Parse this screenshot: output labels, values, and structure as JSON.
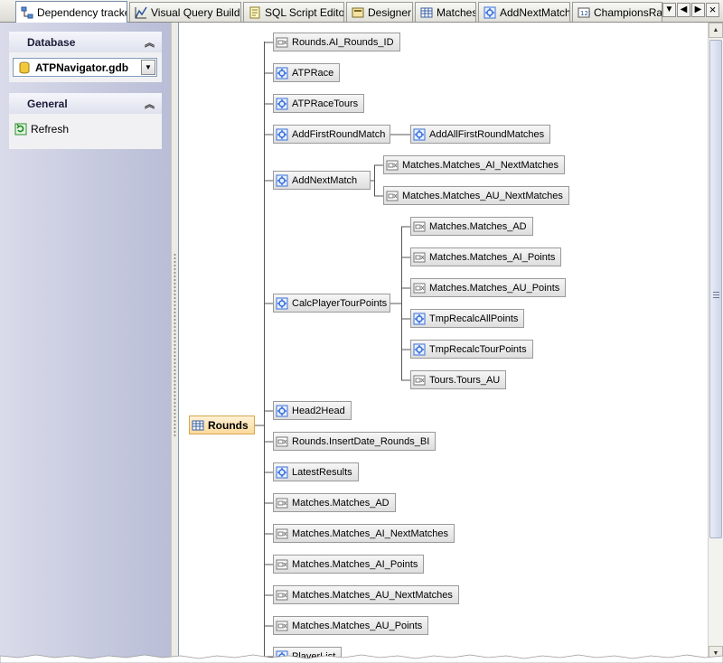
{
  "tabs": [
    {
      "label": "Dependency tracker",
      "icon": "dependency-tracker-icon",
      "active": true
    },
    {
      "label": "Visual Query Builder",
      "icon": "query-builder-icon",
      "active": false
    },
    {
      "label": "SQL Script Editor",
      "icon": "sql-script-icon",
      "active": false
    },
    {
      "label": "Designer",
      "icon": "designer-icon",
      "active": false
    },
    {
      "label": "Matches",
      "icon": "table-icon",
      "active": false
    },
    {
      "label": "AddNextMatch",
      "icon": "procedure-icon",
      "active": false
    },
    {
      "label": "ChampionsRac",
      "icon": "view-icon",
      "active": false
    }
  ],
  "tab_nav": {
    "dropdown_icon": "dropdown-arrow-icon",
    "prev_icon": "tab-scroll-left-icon",
    "next_icon": "tab-scroll-right-icon",
    "close_icon": "close-icon",
    "close_symbol": "×"
  },
  "left_panel": {
    "database": {
      "title": "Database",
      "selected": "ATPNavigator.gdb",
      "icon": "database-icon"
    },
    "general": {
      "title": "General",
      "refresh_label": "Refresh",
      "refresh_icon": "refresh-icon"
    }
  },
  "graph": {
    "root": {
      "label": "Rounds",
      "type": "table"
    },
    "nodes": [
      {
        "label": "Rounds.AI_Rounds_ID",
        "type": "trigger"
      },
      {
        "label": "ATPRace",
        "type": "procedure"
      },
      {
        "label": "ATPRaceTours",
        "type": "procedure"
      },
      {
        "label": "AddFirstRoundMatch",
        "type": "procedure"
      },
      {
        "label": "AddAllFirstRoundMatches",
        "type": "procedure"
      },
      {
        "label": "AddNextMatch",
        "type": "procedure"
      },
      {
        "label": "Matches.Matches_AI_NextMatches",
        "type": "trigger"
      },
      {
        "label": "Matches.Matches_AU_NextMatches",
        "type": "trigger"
      },
      {
        "label": "Matches.Matches_AD",
        "type": "trigger"
      },
      {
        "label": "Matches.Matches_AI_Points",
        "type": "trigger"
      },
      {
        "label": "Matches.Matches_AU_Points",
        "type": "trigger"
      },
      {
        "label": "CalcPlayerTourPoints",
        "type": "procedure"
      },
      {
        "label": "TmpRecalcAllPoints",
        "type": "procedure"
      },
      {
        "label": "TmpRecalcTourPoints",
        "type": "procedure"
      },
      {
        "label": "Tours.Tours_AU",
        "type": "trigger"
      },
      {
        "label": "Head2Head",
        "type": "procedure"
      },
      {
        "label": "Rounds.InsertDate_Rounds_BI",
        "type": "trigger"
      },
      {
        "label": "LatestResults",
        "type": "procedure"
      },
      {
        "label": "Matches.Matches_AD",
        "type": "trigger"
      },
      {
        "label": "Matches.Matches_AI_NextMatches",
        "type": "trigger"
      },
      {
        "label": "Matches.Matches_AI_Points",
        "type": "trigger"
      },
      {
        "label": "Matches.Matches_AU_NextMatches",
        "type": "trigger"
      },
      {
        "label": "Matches.Matches_AU_Points",
        "type": "trigger"
      },
      {
        "label": "PlayerList",
        "type": "procedure"
      }
    ]
  },
  "scrollbar": {
    "up_icon": "scroll-up-arrow-icon",
    "down_icon": "scroll-down-arrow-icon"
  },
  "colors": {
    "root_fill": "#fbd99b",
    "node_fill": "#dedede",
    "connector": "#555555",
    "procedure_icon": "#3a6fd8",
    "trigger_icon": "#777777"
  }
}
